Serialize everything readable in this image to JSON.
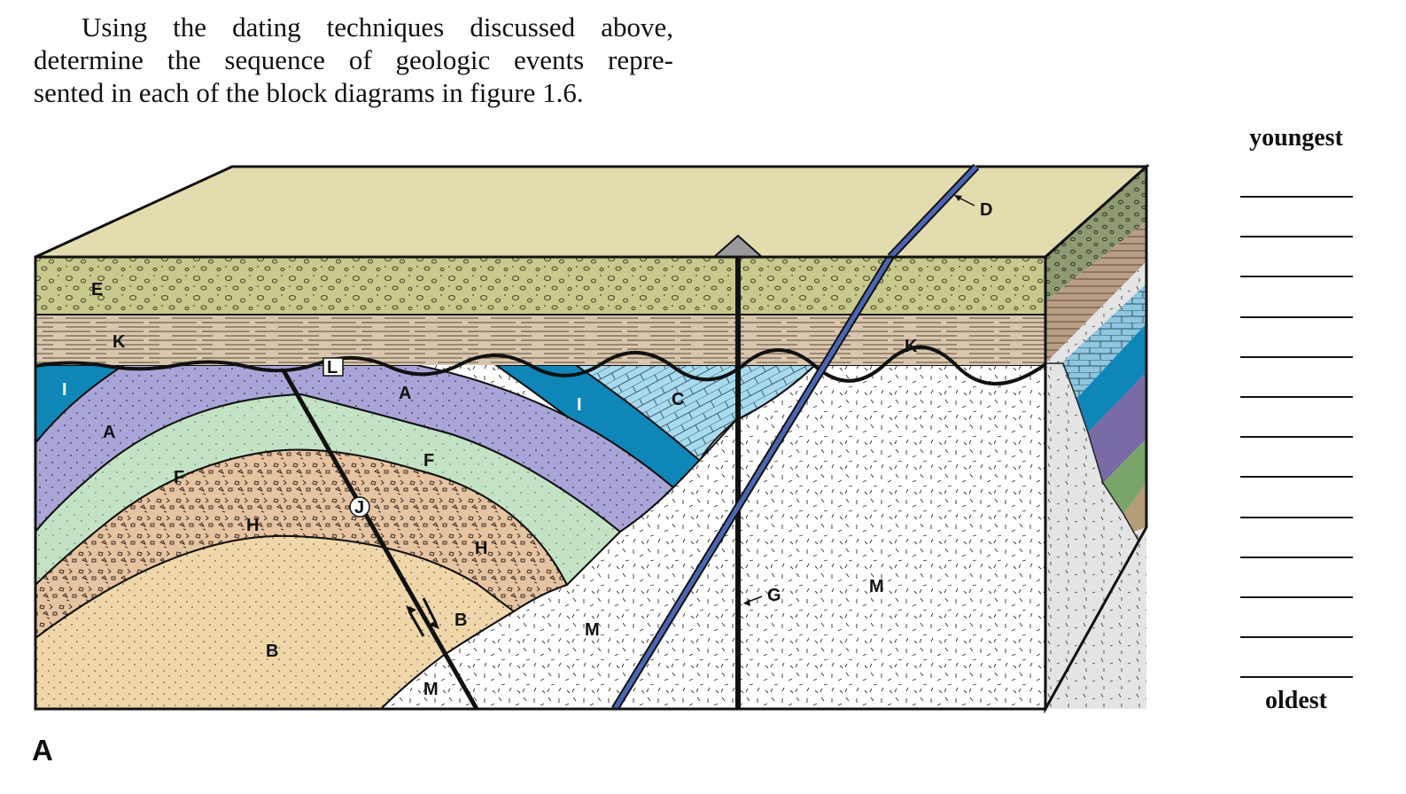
{
  "intro_lines": [
    "Using the dating techniques discussed above,",
    "determine the sequence of geologic events repre-",
    "sented in each of the block diagrams in figure 1.6."
  ],
  "answer_column": {
    "top_label": "youngest",
    "bottom_label": "oldest",
    "blank_count": 13
  },
  "panel_label": "A",
  "diagram_labels": {
    "E": "E",
    "K_left": "K",
    "K_right": "K",
    "L": "L",
    "I_left": "I",
    "I_center": "I",
    "A_left": "A",
    "A_center": "A",
    "C": "C",
    "D": "D",
    "F_left": "F",
    "F_center": "F",
    "H_left": "H",
    "H_center": "H",
    "J": "J",
    "B_left": "B",
    "B_center": "B",
    "M_bottom": "M",
    "M_center": "M",
    "M_right": "M",
    "G": "G"
  },
  "colors": {
    "top_surface": "#e3dcae",
    "unit_E": "#c7c98d",
    "unit_K": "#d9c6ad",
    "unit_A": "#a9a5d9",
    "unit_I": "#0f86b8",
    "unit_F": "#c4e3c5",
    "unit_H": "#e6c4a2",
    "unit_B": "#efd7a9",
    "unit_C": "#a9dbef",
    "unit_M": "#ffffff",
    "dike_D_G": "#4c66b5",
    "side_dark": "#8f9a73"
  }
}
